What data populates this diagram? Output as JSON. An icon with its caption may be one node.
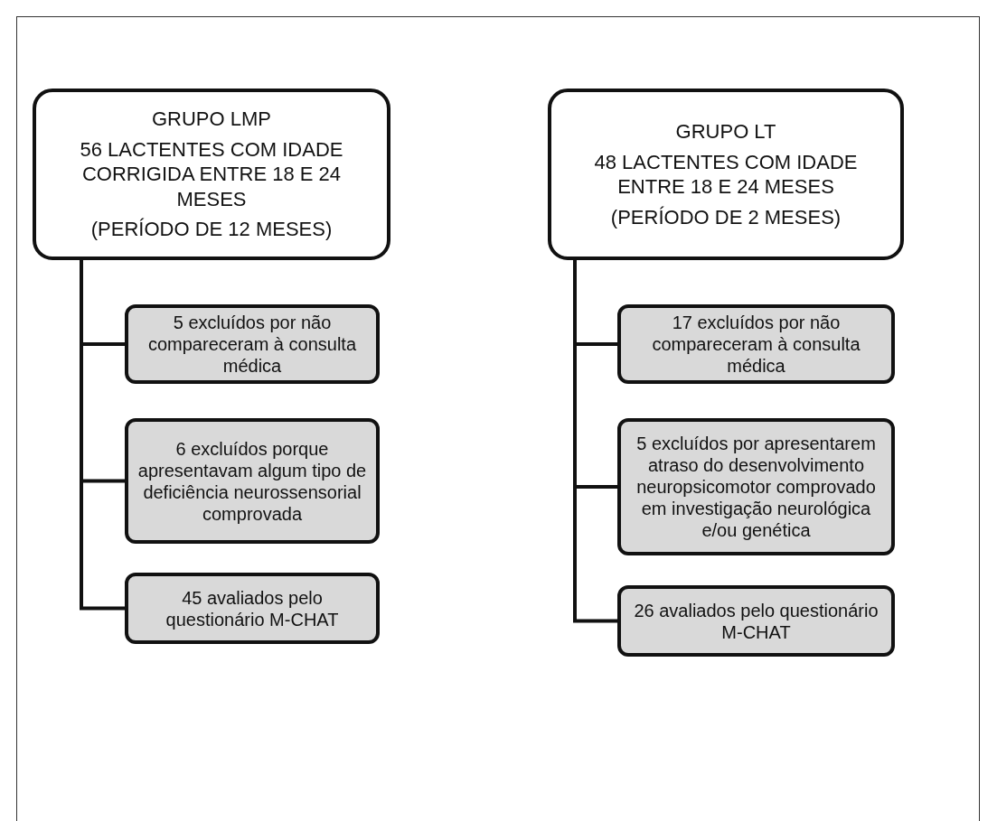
{
  "diagram": {
    "nodes": [
      {
        "text": [
          "GRUPO LMP",
          "56 LACTENTES COM IDADE CORRIGIDA ENTRE 18 E 24 MESES",
          "(PERÍODO DE 12 MESES)"
        ]
      },
      {
        "text": [
          "5 excluídos por não compareceram à consulta médica"
        ]
      },
      {
        "text": [
          "6 excluídos porque apresentavam algum tipo de deficiência neurossensorial comprovada"
        ]
      },
      {
        "text": [
          "45 avaliados pelo questionário M-CHAT"
        ]
      },
      {
        "text": [
          "GRUPO LT",
          "48 LACTENTES COM IDADE ENTRE 18 E 24 MESES",
          "(PERÍODO DE 2 MESES)"
        ]
      },
      {
        "text": [
          "17 excluídos por não compareceram à consulta médica"
        ]
      },
      {
        "text": [
          "5 excluídos por apresentarem atraso do desenvolvimento neuropsicomotor comprovado em investigação neurológica e/ou genética"
        ]
      },
      {
        "text": [
          "26 avaliados pelo questionário M-CHAT"
        ]
      }
    ],
    "edges": [
      {
        "from": 0,
        "to": 1,
        "arrow": "none"
      },
      {
        "from": 0,
        "to": 2,
        "arrow": "none"
      },
      {
        "from": 0,
        "to": 3,
        "arrow": "none"
      },
      {
        "from": 4,
        "to": 5,
        "arrow": "none"
      },
      {
        "from": 4,
        "to": 6,
        "arrow": "none"
      },
      {
        "from": 4,
        "to": 7,
        "arrow": "none"
      }
    ]
  }
}
